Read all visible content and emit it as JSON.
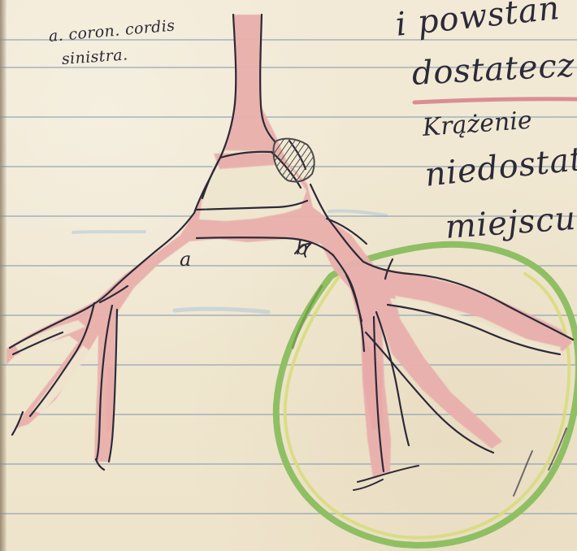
{
  "annotation": {
    "line1": "a. coron. cordis",
    "line2": "sinistra."
  },
  "notes": {
    "line1": "i powstan",
    "line2": "dostateczn",
    "line3": "Krążenie",
    "line4": "niedostat",
    "line5": "miejscu"
  },
  "labels": {
    "a": "a",
    "b": "b"
  },
  "colors": {
    "paper": "#efe6cf",
    "ruling": "#7f9ebf",
    "vessel_fill": "#e8b0ac",
    "ink": "#2c2a38",
    "circle_green": "#8fbf63",
    "circle_yellow": "#d7dc7a",
    "underline_red": "#d88f93",
    "hatch": "#4b4a4a"
  }
}
